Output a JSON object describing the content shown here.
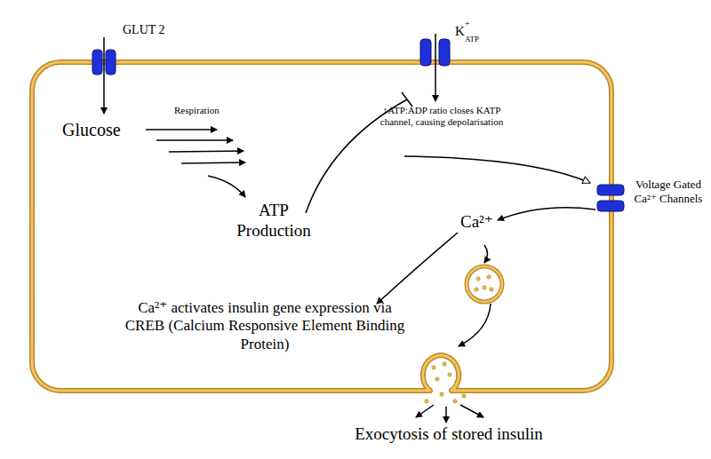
{
  "diagram": {
    "labels": [
      "GLUT 2",
      "K",
      "+",
      "ATP",
      "Glucose",
      "Respiration",
      "ATP Production",
      "↑ATP:ADP ratio closes KATP channel, causing depolarisation",
      "Voltage Gated Ca²⁺ Channels",
      "Ca²⁺",
      "Ca²⁺ activates insulin gene expression via CREB (Calcium Responsive Element Binding Protein)",
      "Exocytosis of stored insulin"
    ]
  }
}
